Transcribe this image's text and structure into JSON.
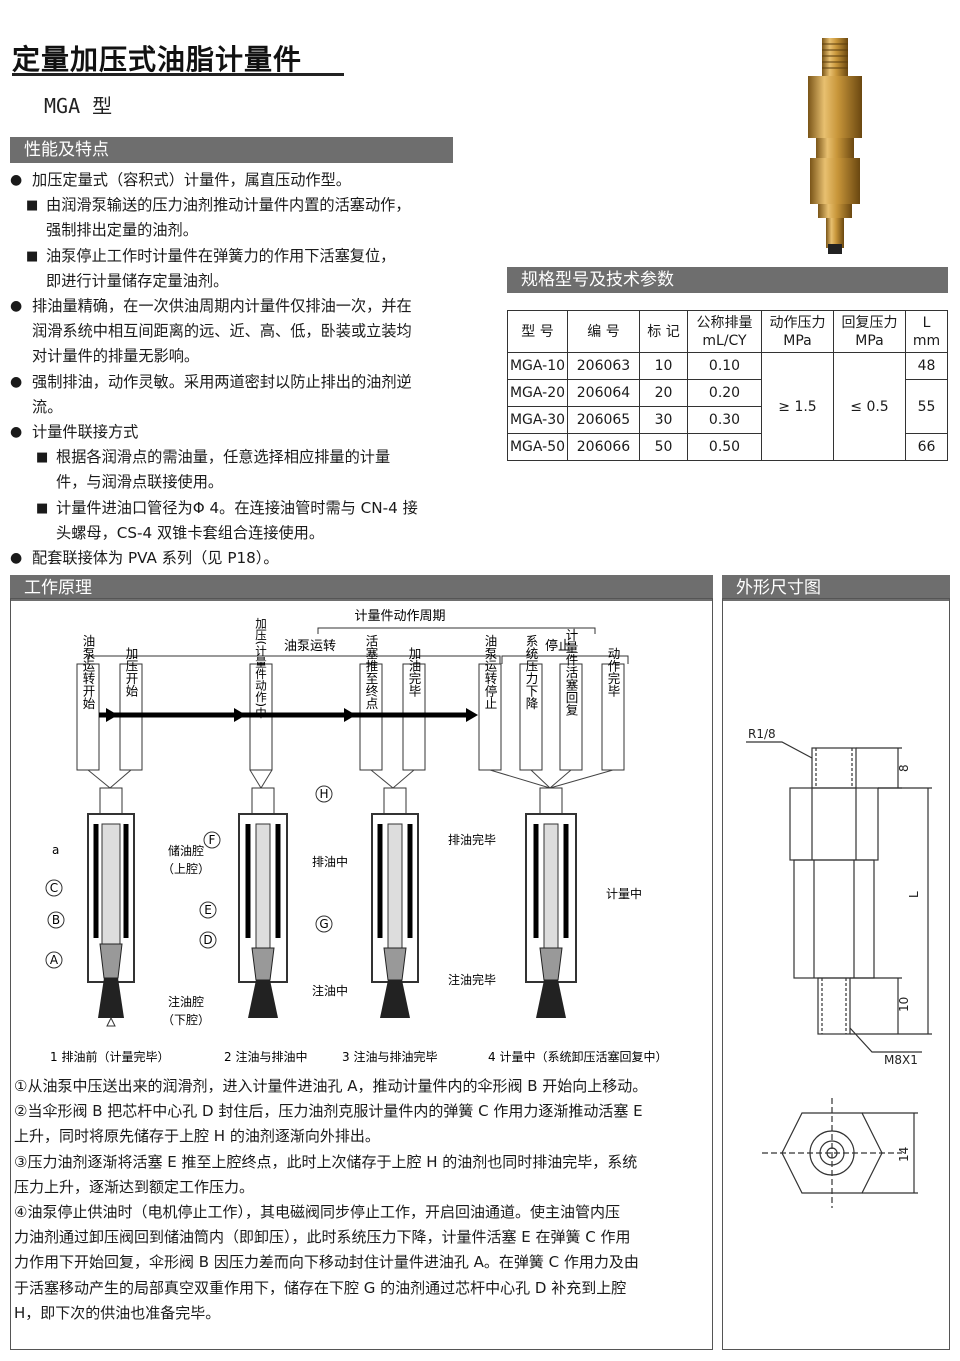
{
  "header": {
    "title": "定量加压式油脂计量件",
    "subtitle": "MGA 型"
  },
  "sections": {
    "features": "性能及特点",
    "specs": "规格型号及技术参数",
    "principle": "工作原理",
    "dimensions": "外形尺寸图"
  },
  "features": {
    "f1": "加压定量式（容积式）计量件，属直压动作型。",
    "f1a_1": "由润滑泵输送的压力油剂推动计量件内置的活塞动作，",
    "f1a_2": "强制排出定量的油剂。",
    "f1b_1": "油泵停止工作时计量件在弹簧力的作用下活塞复位，",
    "f1b_2": "即进行计量储存定量油剂。",
    "f2_1": "排油量精确，在一次供油周期内计量件仅排油一次，并在",
    "f2_2": "润滑系统中相互间距离的远、近、高、低，卧装或立装均",
    "f2_3": "对计量件的排量无影响。",
    "f3_1": "强制排油，动作灵敏。采用两道密封以防止排出的油剂逆",
    "f3_2": "流。",
    "f4": "计量件联接方式",
    "f4a_1": "根据各润滑点的需油量，任意选择相应排量的计量",
    "f4a_2": "件，与润滑点联接使用。",
    "f4b_1": "计量件进油口管径为Φ 4。在连接油管时需与 CN-4 接",
    "f4b_2": "头螺母，CS-4 双锥卡套组合连接使用。",
    "f5": "配套联接体为 PVA 系列（见 P18）。"
  },
  "spec_table": {
    "headers": {
      "model": "型 号",
      "code": "编 号",
      "mark": "标 记",
      "disp_1": "公称排量",
      "disp_2": "mL/CY",
      "act_1": "动作压力",
      "act_2": "MPa",
      "ret_1": "回复压力",
      "ret_2": "MPa",
      "l_1": "L",
      "l_2": "mm"
    },
    "rows": [
      {
        "model": "MGA-10",
        "code": "206063",
        "mark": "10",
        "disp": "0.10"
      },
      {
        "model": "MGA-20",
        "code": "206064",
        "mark": "20",
        "disp": "0.20"
      },
      {
        "model": "MGA-30",
        "code": "206065",
        "mark": "30",
        "disp": "0.30"
      },
      {
        "model": "MGA-50",
        "code": "206066",
        "mark": "50",
        "disp": "0.50"
      }
    ],
    "act_pressure": "≥ 1.5",
    "ret_pressure": "≤ 0.5",
    "lengths": [
      "48",
      "55",
      "66"
    ]
  },
  "principle": {
    "cycle": "计量件动作周期",
    "running": "油泵运转",
    "stop": "停止",
    "steps": [
      "油泵运转开始",
      "加压开始",
      "加压(计量件动作)中",
      "活塞推至终点",
      "加油完毕",
      "油泵运转停止",
      "系统压力下降",
      "计量件活塞回复",
      "动作完毕"
    ],
    "labels": {
      "a": "a",
      "A": "A",
      "B": "B",
      "C": "C",
      "D": "D",
      "E": "E",
      "F": "F",
      "G": "G",
      "H": "H",
      "upper_1": "储油腔",
      "upper_2": "（上腔）",
      "lower_1": "注油腔",
      "lower_2": "（下腔）",
      "discharging": "排油中",
      "discharge_done": "排油完毕",
      "filling": "注油中",
      "fill_done": "注油完毕",
      "metering": "计量中"
    },
    "captions": [
      "1 排油前（计量完毕）",
      "2 注油与排油中",
      "3 注油与排油完毕",
      "4 计量中（系统卸压活塞回复中）"
    ],
    "desc": [
      "①从油泵中压送出来的润滑剂，进入计量件进油孔 A，推动计量件内的伞形阀 B 开始向上移动。",
      "②当伞形阀 B 把芯杆中心孔 D 封住后，压力油剂克服计量件内的弹簧 C 作用力逐渐推动活塞 E",
      "上升，同时将原先储存于上腔 H 的油剂逐渐向外排出。",
      "③压力油剂逐渐将活塞 E 推至上腔终点，此时上次储存于上腔 H 的油剂也同时排油完毕，系统",
      "压力上升，逐渐达到额定工作压力。",
      "④油泵停止供油时（电机停止工作），其电磁阀同步停止工作，开启回油通道。使主油管内压",
      "力油剂通过卸压阀回到储油筒内（即卸压），此时系统压力下降，计量件活塞 E 在弹簧 C 作用",
      "力作用下开始回复，伞形阀 B 因压力差而向下移动封住计量件进油孔 A。在弹簧 C 作用力及由",
      "于活塞移动产生的局部真空双重作用下，储存在下腔 G 的油剂通过芯杆中心孔 D 补充到上腔",
      "H，即下次的供油也准备完毕。"
    ]
  },
  "dimensions": {
    "thread_top": "R1/8",
    "dim_8": "8",
    "dim_L": "L",
    "dim_10": "10",
    "thread_bottom": "M8X1",
    "dim_14": "14"
  },
  "colors": {
    "section_bar": "#6e6e6e",
    "brass": "#c8963a"
  }
}
